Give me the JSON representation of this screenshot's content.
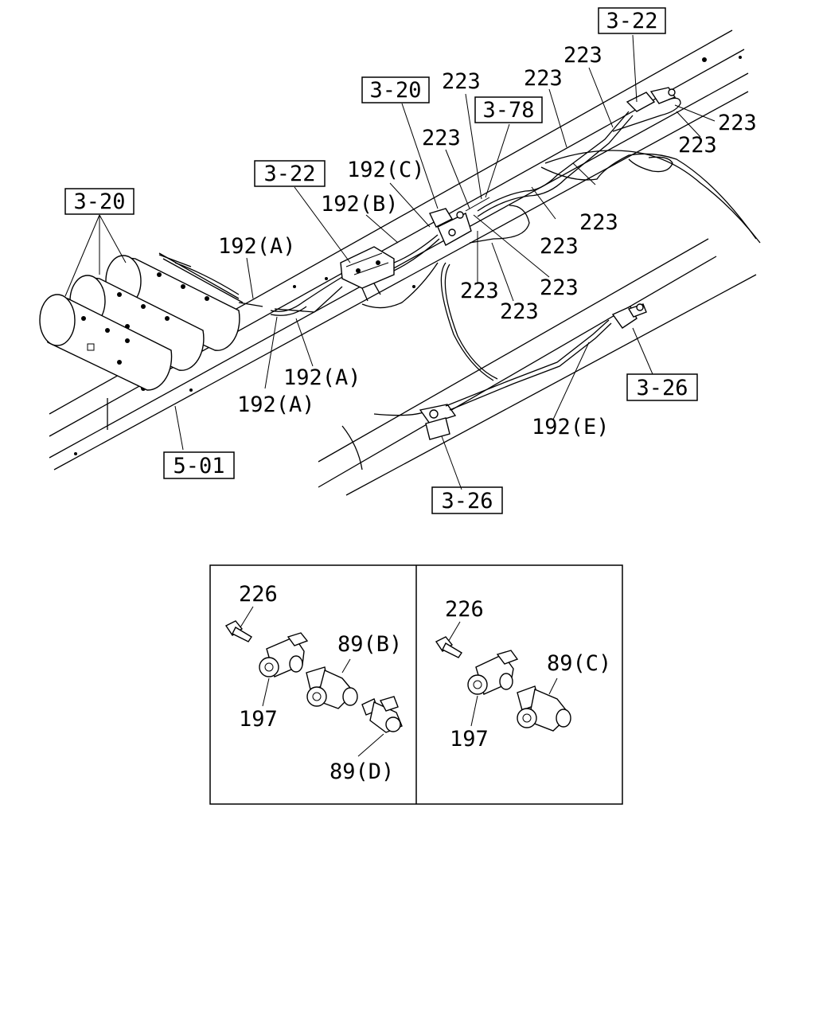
{
  "callouts": {
    "ref_3_22_top": "3-22",
    "ref_3_20_mid": "3-20",
    "ref_3_78": "3-78",
    "ref_3_22_mid": "3-22",
    "ref_3_20_left": "3-20",
    "ref_5_01": "5-01",
    "ref_3_26_right": "3-26",
    "ref_3_26_bottom": "3-26"
  },
  "labels": {
    "p223_a": "223",
    "p223_b": "223",
    "p223_c": "223",
    "p223_d": "223",
    "p223_e": "223",
    "p223_f": "223",
    "p223_g": "223",
    "p223_h": "223",
    "p223_i": "223",
    "p223_j": "223",
    "p223_k": "223",
    "p192c": "192(C)",
    "p192b": "192(B)",
    "p192a_top": "192(A)",
    "p192a_mid": "192(A)",
    "p192a_low": "192(A)",
    "p192e": "192(E)"
  },
  "detail_left": {
    "bolt": "226",
    "tee": "197",
    "elbow": "89(B)",
    "fitting": "89(D)"
  },
  "detail_right": {
    "bolt": "226",
    "tee": "197",
    "elbow": "89(C)"
  }
}
